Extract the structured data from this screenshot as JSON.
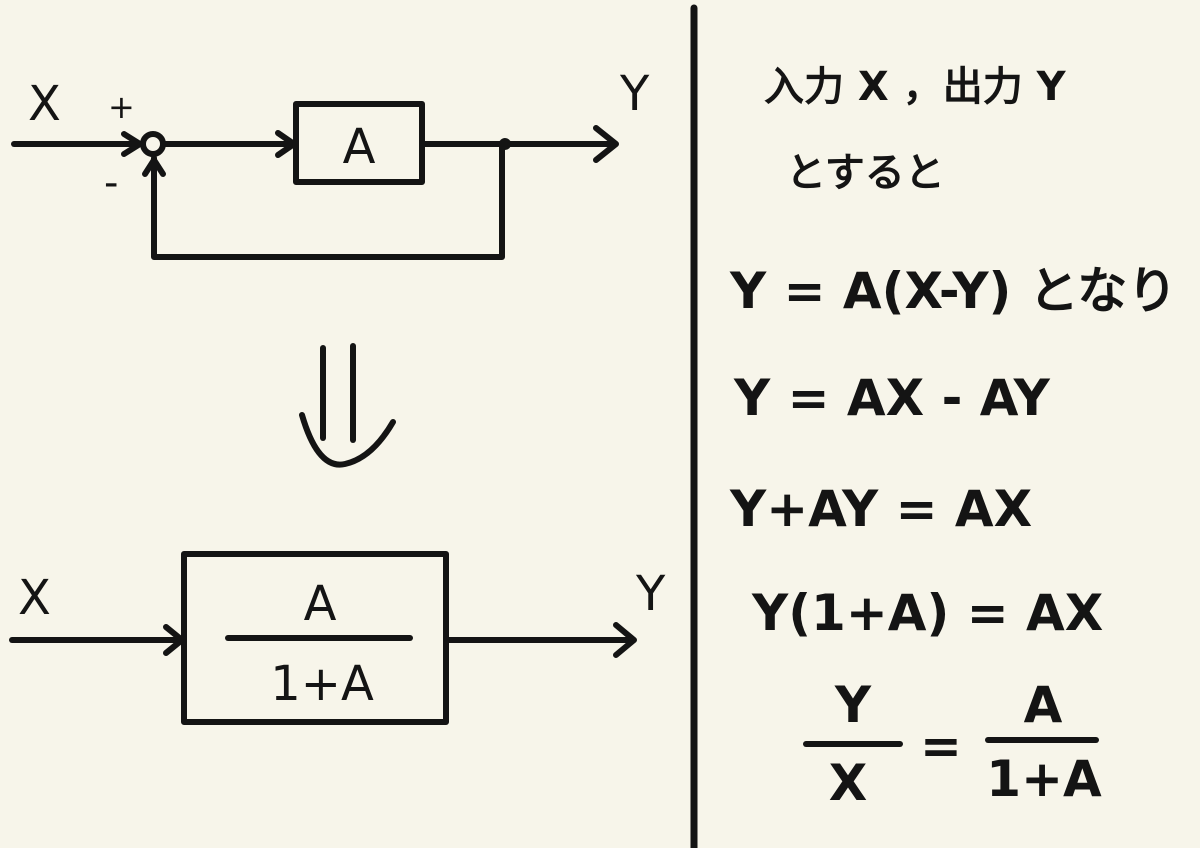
{
  "feedback_diagram": {
    "input": "X",
    "output": "Y",
    "plus_sign": "+",
    "minus_sign": "-",
    "block": "A"
  },
  "simplified_diagram": {
    "input": "X",
    "output": "Y",
    "numerator": "A",
    "denominator": "1+A"
  },
  "arrow_symbol": "⇓",
  "derivation": {
    "intro_line1": "入力 X ，出力 Y",
    "intro_line2": "とすると",
    "step1": "Y = A(X-Y) となり",
    "step2": "Y = AX - AY",
    "step3": "Y+AY = AX",
    "step4": "Y(1+A) = AX",
    "final_lhs_num": "Y",
    "final_lhs_den": "X",
    "final_equals": "=",
    "final_rhs_num": "A",
    "final_rhs_den": "1+A"
  },
  "colors": {
    "background": "#f7f5ea",
    "ink": "#141414"
  }
}
